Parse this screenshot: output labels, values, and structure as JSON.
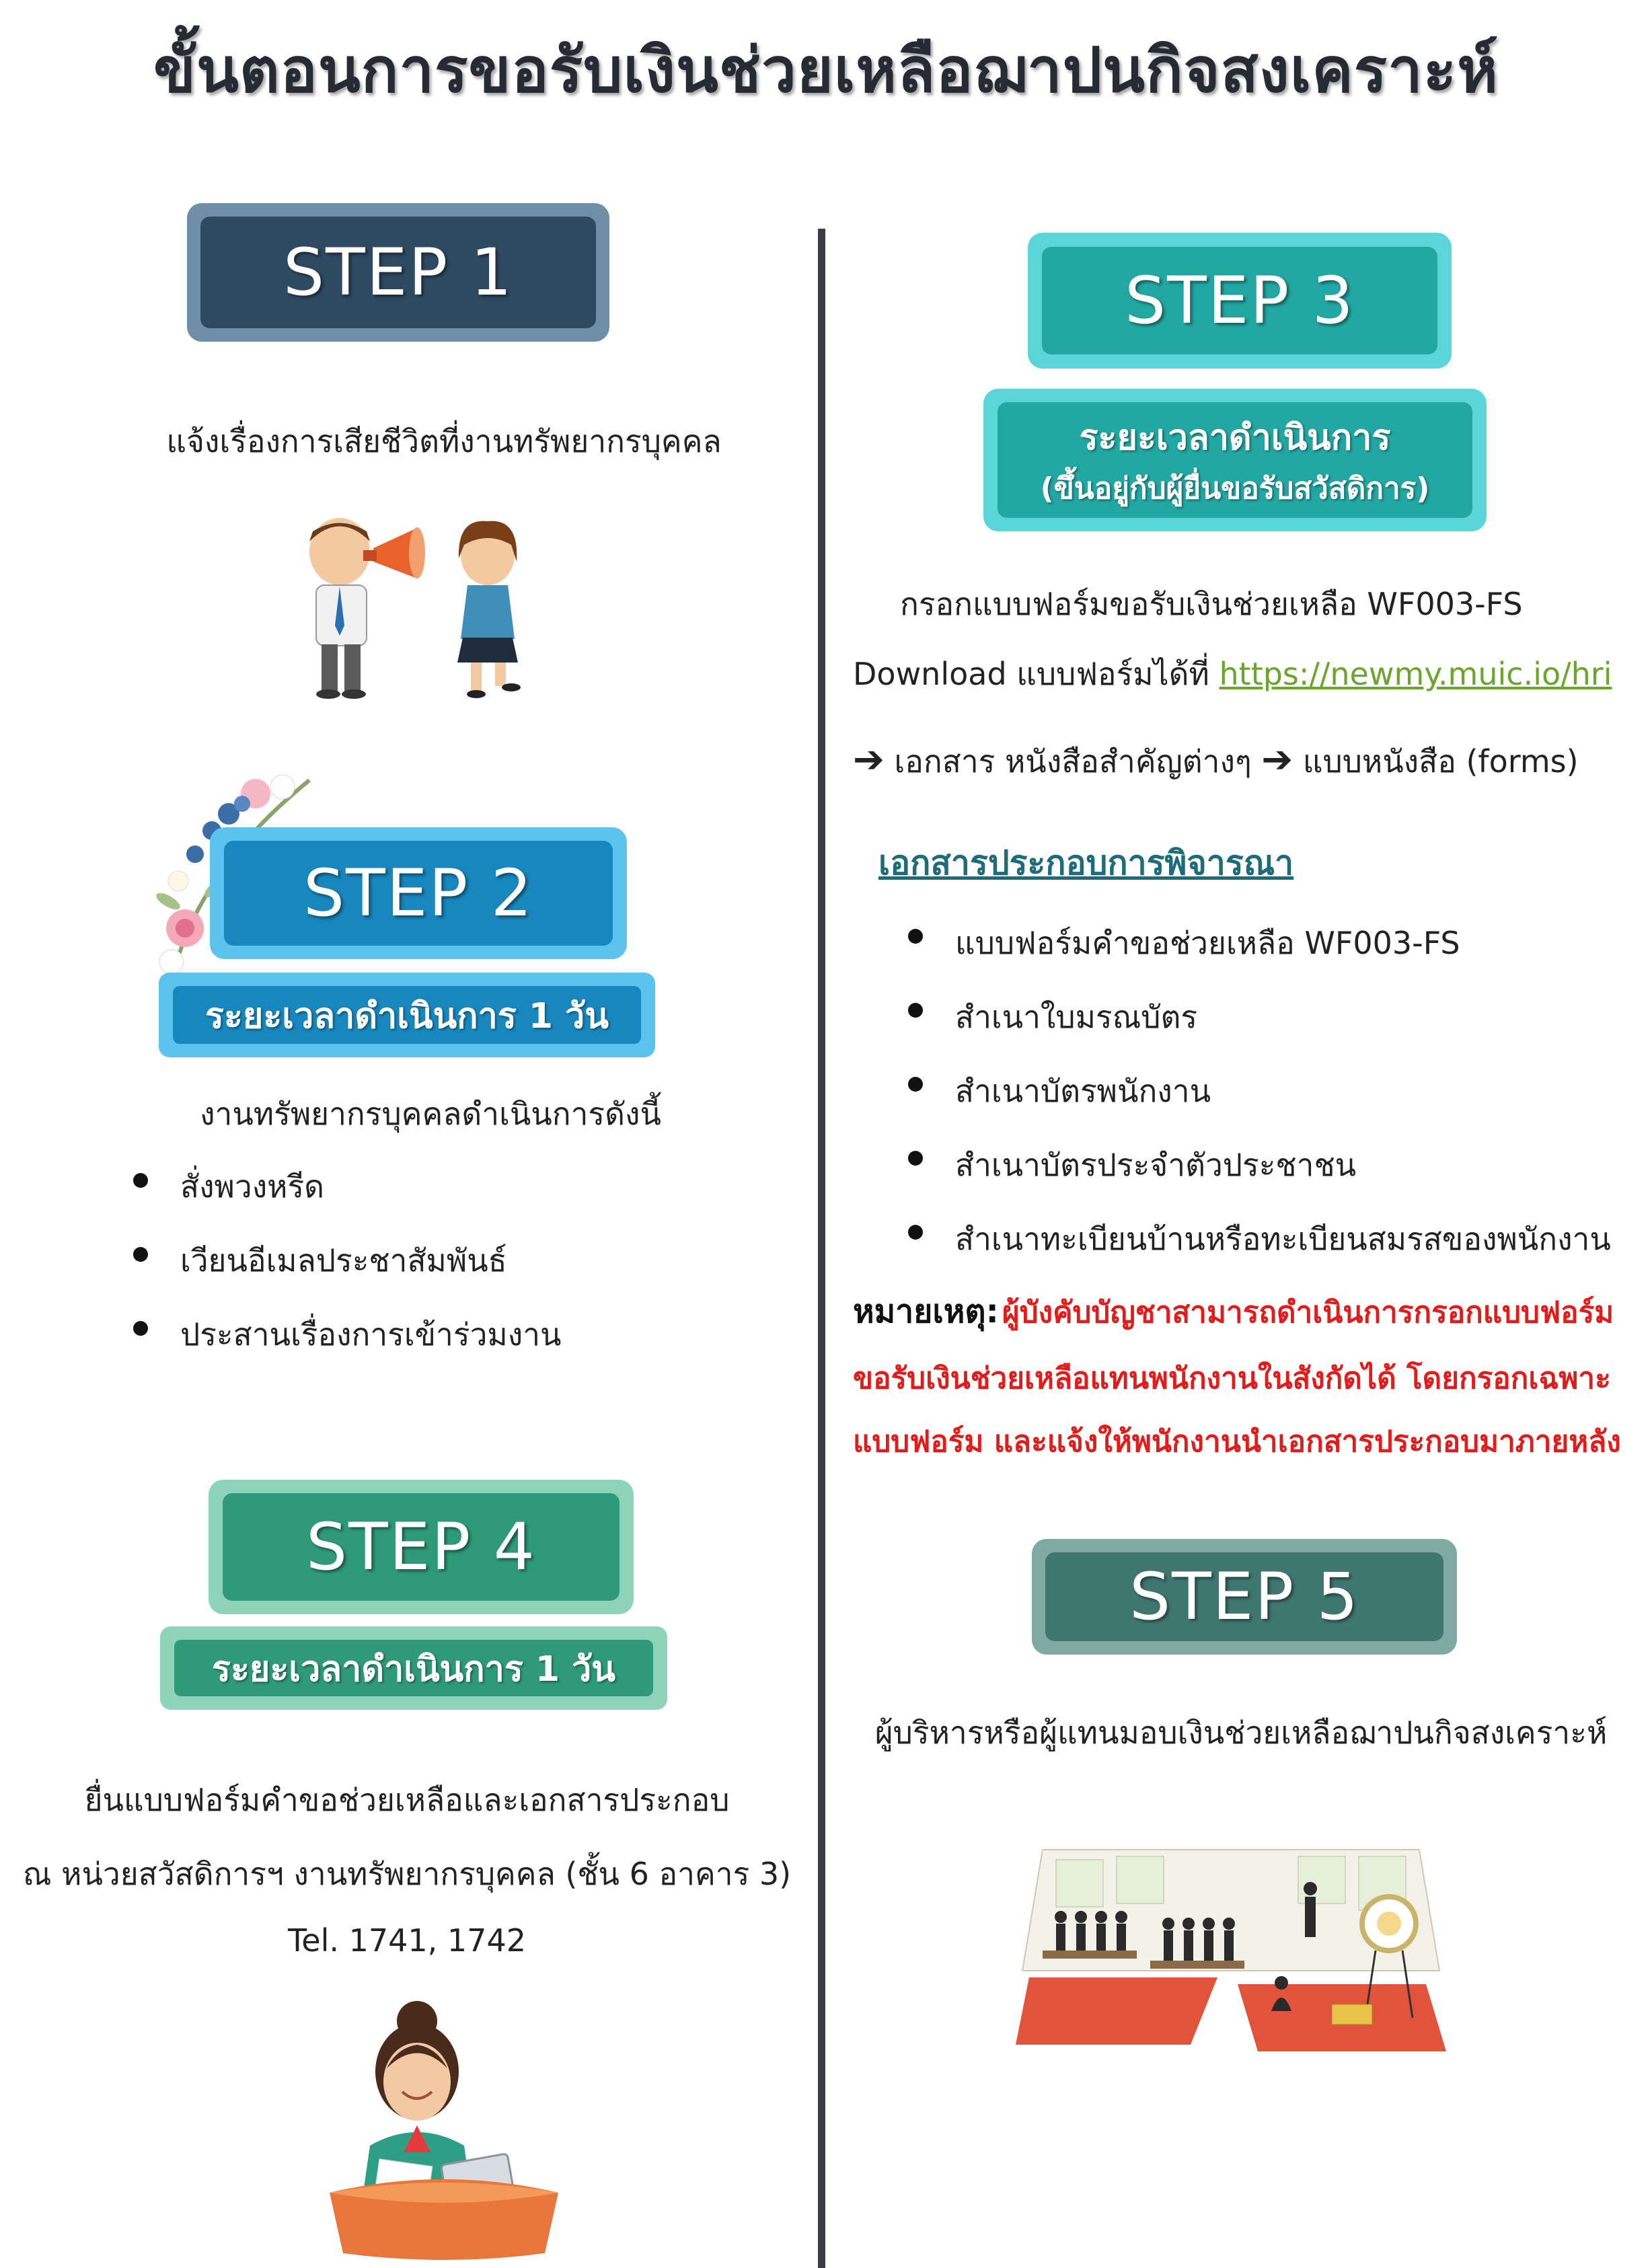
{
  "title": "ขั้นตอนการขอรับเงินช่วยเหลือฌาปนกิจสงเคราะห์",
  "colors": {
    "step1": "#2d4a62",
    "step2": "#1787bd",
    "step3": "#22a7a3",
    "step4": "#2e9a78",
    "step5": "#3f776f"
  },
  "step1": {
    "label": "STEP 1",
    "text": "แจ้งเรื่องการเสียชีวิตที่งานทรัพยากรบุคคล",
    "illustration": "two-people-megaphone"
  },
  "step2": {
    "label": "STEP 2",
    "duration": "ระยะเวลาดำเนินการ 1 วัน",
    "intro": "งานทรัพยากรบุคคลดำเนินการดังนี้",
    "items": [
      "สั่งพวงหรีด",
      "เวียนอีเมลประชาสัมพันธ์",
      "ประสานเรื่องการเข้าร่วมงาน"
    ],
    "decoration": "flower-bouquet"
  },
  "step3": {
    "label": "STEP 3",
    "duration_line1": "ระยะเวลาดำเนินการ",
    "duration_line2": "(ขึ้นอยู่กับผู้ยื่นขอรับสวัสดิการ)",
    "form_text": "กรอกแบบฟอร์มขอรับเงินช่วยเหลือ WF003-FS",
    "download_prefix": "Download แบบฟอร์มได้ที่ ",
    "download_link": "https://newmy.muic.io/hri",
    "path_part1": "เอกสาร หนังสือสำคัญต่างๆ",
    "path_part2": "แบบหนังสือ (forms)",
    "docs_heading": "เอกสารประกอบการพิจารณา",
    "docs": [
      "แบบฟอร์มคำขอช่วยเหลือ WF003-FS",
      "สำเนาใบมรณบัตร",
      "สำเนาบัตรพนักงาน",
      "สำเนาบัตรประจำตัวประชาชน",
      "สำเนาทะเบียนบ้านหรือทะเบียนสมรสของพนักงาน"
    ],
    "note_label": "หมายเหตุ:",
    "note_line1": "ผู้บังคับบัญชาสามารถดำเนินการกรอกแบบฟอร์ม",
    "note_line2": "ขอรับเงินช่วยเหลือแทนพนักงานในสังกัดได้ โดยกรอกเฉพาะ",
    "note_line3": "แบบฟอร์ม และแจ้งให้พนักงานนำเอกสารประกอบมาภายหลัง"
  },
  "step4": {
    "label": "STEP 4",
    "duration": "ระยะเวลาดำเนินการ 1 วัน",
    "line1": "ยื่นแบบฟอร์มคำขอช่วยเหลือและเอกสารประกอบ",
    "line2": "ณ หน่วยสวัสดิการฯ งานทรัพยากรบุคคล (ชั้น 6 อาคาร 3)",
    "line3": "Tel. 1741, 1742",
    "illustration": "receptionist-at-desk"
  },
  "step5": {
    "label": "STEP 5",
    "text": "ผู้บริหารหรือผู้แทนมอบเงินช่วยเหลือฌาปนกิจสงเคราะห์",
    "illustration": "funeral-ceremony-hall"
  }
}
